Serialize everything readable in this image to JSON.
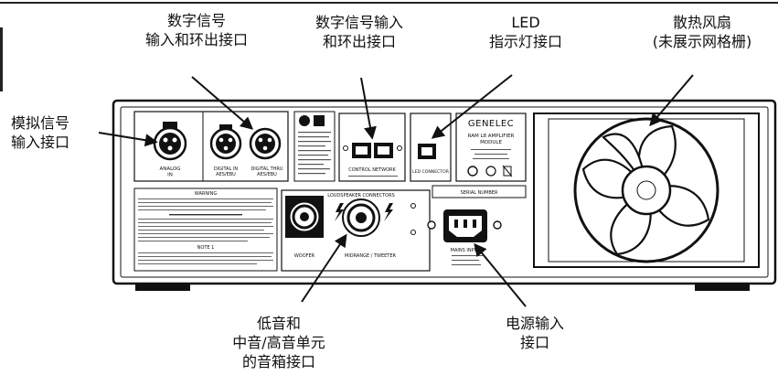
{
  "callouts": {
    "digital_io": [
      "数字信号",
      "输入和环出接口"
    ],
    "control_network": [
      "数字信号输入",
      "和环出接口"
    ],
    "led": [
      "LED",
      "指示灯接口"
    ],
    "fan": [
      "散热风扇",
      "(未展示网格栅)"
    ],
    "analog_in": [
      "模拟信号",
      "输入接口"
    ],
    "speaker_out": [
      "低音和",
      "中音/高音单元",
      "的音箱接口"
    ],
    "power_in": [
      "电源输入",
      "接口"
    ]
  },
  "panel": {
    "brand": "GENELEC",
    "module_lines": [
      "RAM L8 AMPLIFIER",
      "MODULE"
    ],
    "analog_label": "ANALOG\nIN",
    "digital_in_label": "DIGITAL IN\nAES/EBU",
    "digital_thru_label": "DIGITAL THRU\nAES/EBU",
    "control_network_label": "CONTROL NETWORK",
    "led_connector_label": "LED CONNECTOR",
    "warning_title": "WARNING",
    "notice_title": "NOTE 1",
    "serial_label": "SERIAL NUMBER",
    "loudspeaker_title": "LOUDSPEAKER CONNECTORS",
    "woofer_label": "WOOFER",
    "midrange_label": "MIDRANGE / TWEETER",
    "mains_title": "MAINS INPUT"
  },
  "colors": {
    "ink": "#111111",
    "panel": "#ffffff",
    "shadow": "#e6e6e6"
  }
}
